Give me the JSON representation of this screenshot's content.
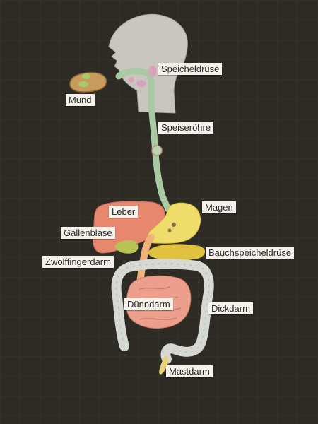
{
  "labels": {
    "speicheldruese": "Speicheldrüse",
    "mund": "Mund",
    "speiseroehre": "Speiseröhre",
    "leber": "Leber",
    "magen": "Magen",
    "gallenblase": "Gallenblase",
    "bauchspeicheldruese": "Bauchspeicheldrüse",
    "zwoelffingerdarm": "Zwölffingerdarm",
    "duenndarm": "Dünndarm",
    "dickdarm": "Dickdarm",
    "mastdarm": "Mastdarm"
  },
  "colors": {
    "board": "#2e2b25",
    "head": "#c9c6bf",
    "esophagus": "#a9c9a3",
    "liver": "#e7876d",
    "stomach": "#f0dc6a",
    "pancreas": "#e0c240",
    "gallbladder": "#b9c458",
    "small_intestine": "#eb9f8c",
    "large_intestine": "#d6d8d3",
    "rectum": "#e8d27a",
    "salivary_gland": "#d9a3bb",
    "label_bg": "#f4f1ea"
  }
}
